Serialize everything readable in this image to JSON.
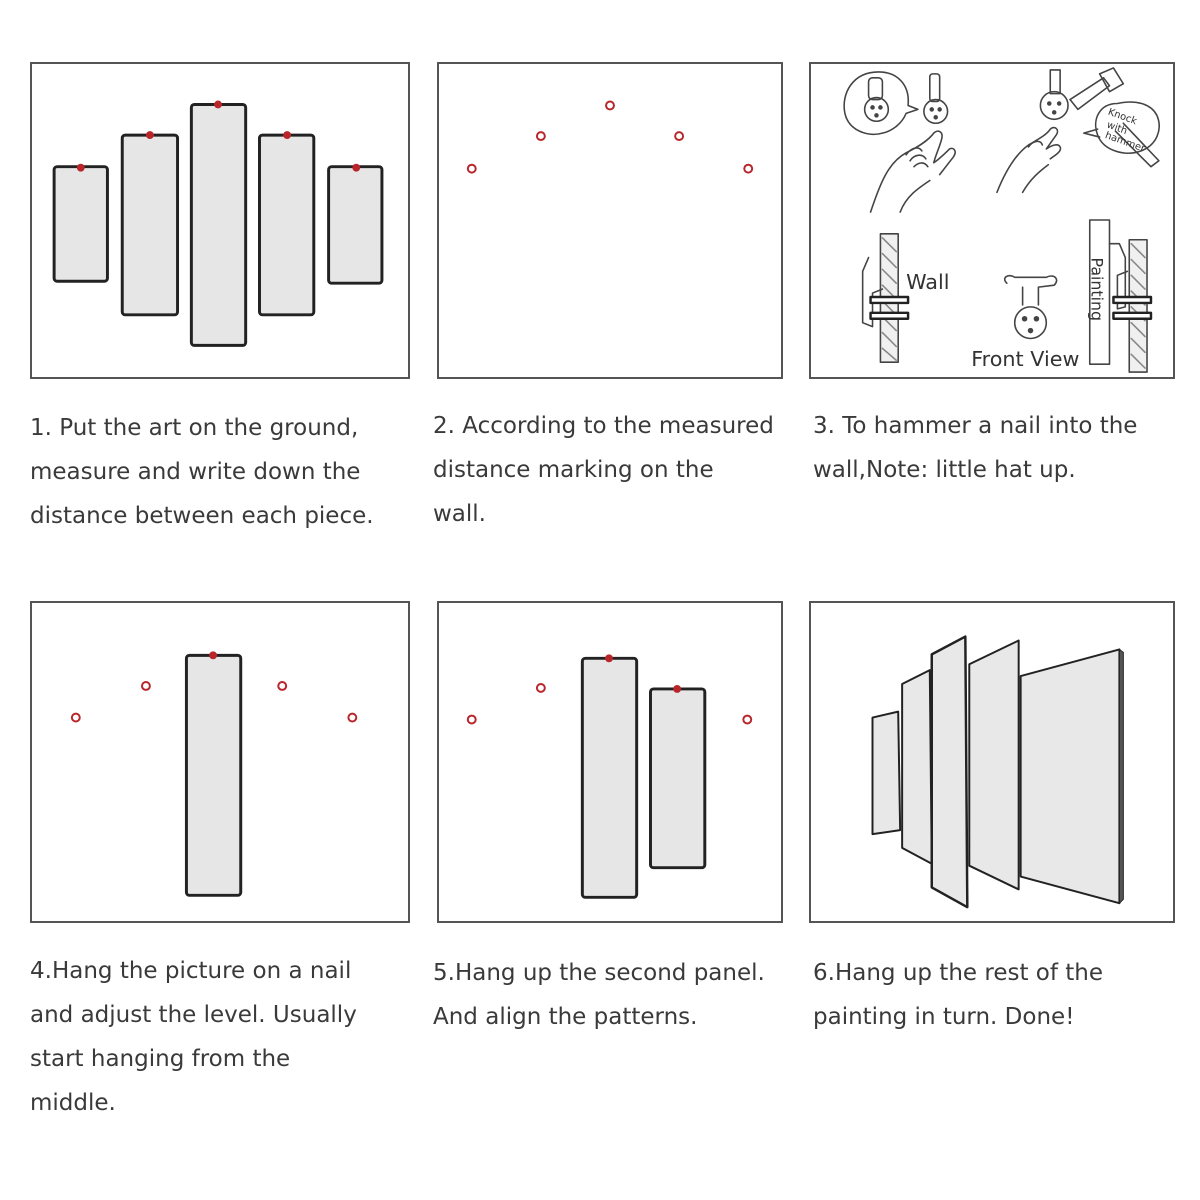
{
  "steps": [
    {
      "lines": [
        "1. Put the art on the ground,",
        "measure and write down the",
        "distance between each piece."
      ]
    },
    {
      "lines": [
        "2. According to the measured",
        "distance marking on the",
        "wall."
      ]
    },
    {
      "lines": [
        "3. To hammer a nail into the",
        "wall,Note: little hat up."
      ]
    },
    {
      "lines": [
        "4.Hang the picture on a nail",
        "and adjust the level. Usually",
        "start hanging from the",
        "middle."
      ]
    },
    {
      "lines": [
        "5.Hang up the second panel.",
        "And align the patterns."
      ]
    },
    {
      "lines": [
        "6.Hang up the rest of the",
        "painting in turn. Done!"
      ]
    }
  ],
  "illustration_labels": {
    "knock": [
      "Knock",
      "with",
      "hammer"
    ],
    "wall": "Wall",
    "painting": "Painting",
    "front_view": "Front View"
  },
  "colors": {
    "panel_fill": "#e6e6e6",
    "frame": "#222222",
    "nail_mark": "#b8262b",
    "border": "#555555"
  }
}
